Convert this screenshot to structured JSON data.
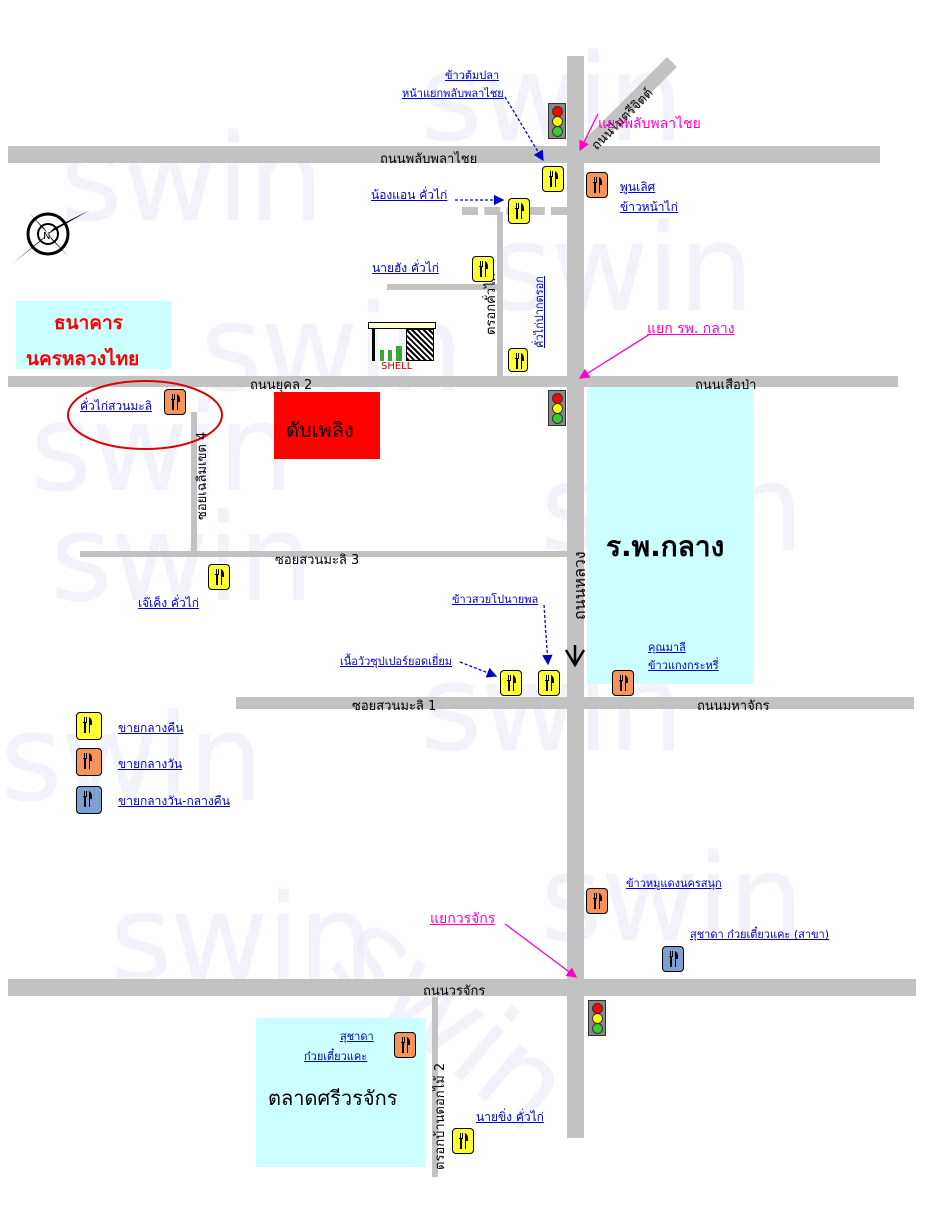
{
  "watermark": "swin",
  "roads": {
    "phahonyothin": "ถนนพลับพลาไชย",
    "maitri": "ถนนไมตรีจิตต์",
    "yukol": "ถนนยุคล 2",
    "suapa": "ถนนเสือป่า",
    "luang": "ถนนหลวง",
    "suanmali3": "ซอยสวนมะลิ 3",
    "suanmali1": "ซอยสวนมะลิ 1",
    "mahachak": "ถนนมหาจักร",
    "worachak": "ถนนวรจักร",
    "chaloem": "ซอยเฉลิมเขต 4",
    "khuakai_alley": "ตรอกคั่วไก่",
    "dokmai_alley": "ตรอกบ้านดอกไม้ 2"
  },
  "junctions": {
    "phalab": "แยกพลับพลาไชย",
    "hospital": "แยก รพ. กลาง",
    "worachak": "แยกวรจักร"
  },
  "places": {
    "bank_line1": "ธนาคาร",
    "bank_line2": "นครหลวงไทย",
    "fire": "ดับเพลิง",
    "hospital": "ร.พ.กลาง",
    "market": "ตลาดศรีวรจักร",
    "shell": "SHELL"
  },
  "restaurants": {
    "khaotom_1": "ข้าวต้มปลา",
    "khaotom_2": "หน้าแยกพลับพลาไชย",
    "nonganan": "น้องแอน คั่วไก่",
    "poonsert_1": "พูนเลิศ",
    "poonsert_2": "ข้าวหน้าไก่",
    "naihang": "นายฮัง คั่วไก่",
    "paktrok": "คั่วไก่ปากตรอก",
    "suanmali": "คั่วไก่สวนมะลิ",
    "jekeng": "เจ๊เค็ง คั่วไก่",
    "khaosuay": "ข้าวสวยโปนายพล",
    "beef": "เนื้อวัวซุปเปอร์ยอดเยี่ยม",
    "khunmali_1": "คุณมาลี",
    "khunmali_2": "ข้าวแกงกระหรี่",
    "khaomoo": "ข้าวหมูแดงนครสนุก",
    "suchada_branch": "สุชาดา ก๋วยเตี๋ยวแคะ (สาขา)",
    "suchada_1": "สุชาดา",
    "suchada_2": "ก๋วยเตี๋ยวแคะ",
    "naikhing": "นายขิ่ง คั่วไก่"
  },
  "legend": {
    "night": "ขายกลางคืน",
    "day": "ขายกลางวัน",
    "both": "ขายกลางวัน-กลางคืน"
  },
  "colors": {
    "road": "#c2c2c2",
    "zone": "#ccffff",
    "fire": "#ff0000",
    "night_icon": "#ffff33",
    "day_icon": "#f4935a",
    "both_icon": "#7f9fd0",
    "link": "#0000cc",
    "junction": "#ff00cc",
    "bank_text": "#ff0000"
  }
}
